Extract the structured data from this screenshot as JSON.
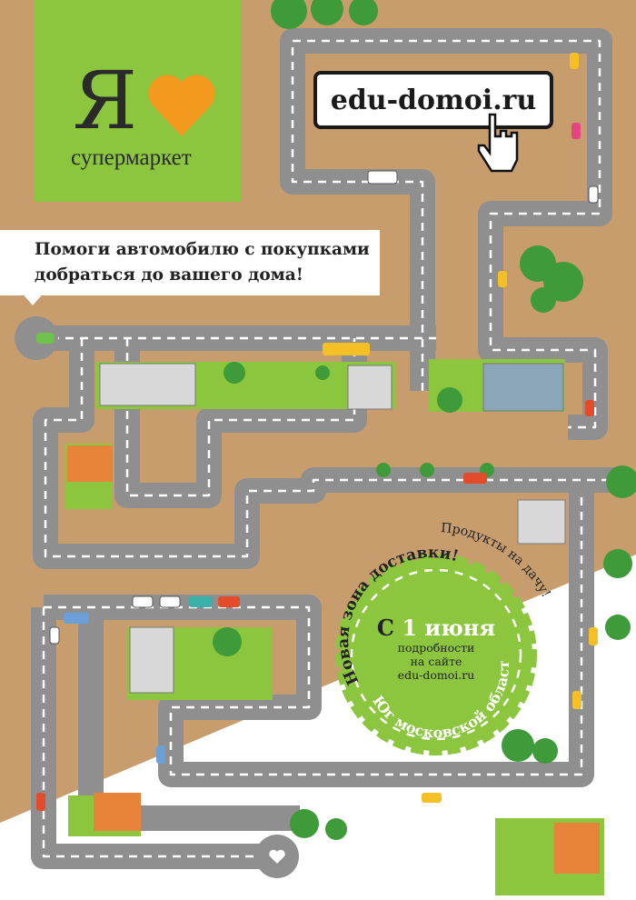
{
  "logo": {
    "letter": "Я",
    "brand": "супермаркет",
    "heart_color": "#f39a1e",
    "bg_color": "#8cc63f"
  },
  "website_button": {
    "label": "edu-domoi.ru"
  },
  "speech_bubble": {
    "line1": "Помоги автомобилю с покупками",
    "line2": "добраться до вашего дома!"
  },
  "badge": {
    "arc_top": "Новая зона доставки!",
    "date_prefix": "С",
    "date_main": "1 июня",
    "details_line1": "подробности",
    "details_line2": "на сайте",
    "details_line3": "edu-domoi.ru",
    "arc_bottom": "Юг московской области",
    "color": "#8cc63f"
  },
  "side_text": "Продукты на дачу!",
  "colors": {
    "kraft": "#c79d6d",
    "road": "#8f8f8f",
    "grass": "#8cc63f",
    "tree": "#3f9a3a"
  }
}
